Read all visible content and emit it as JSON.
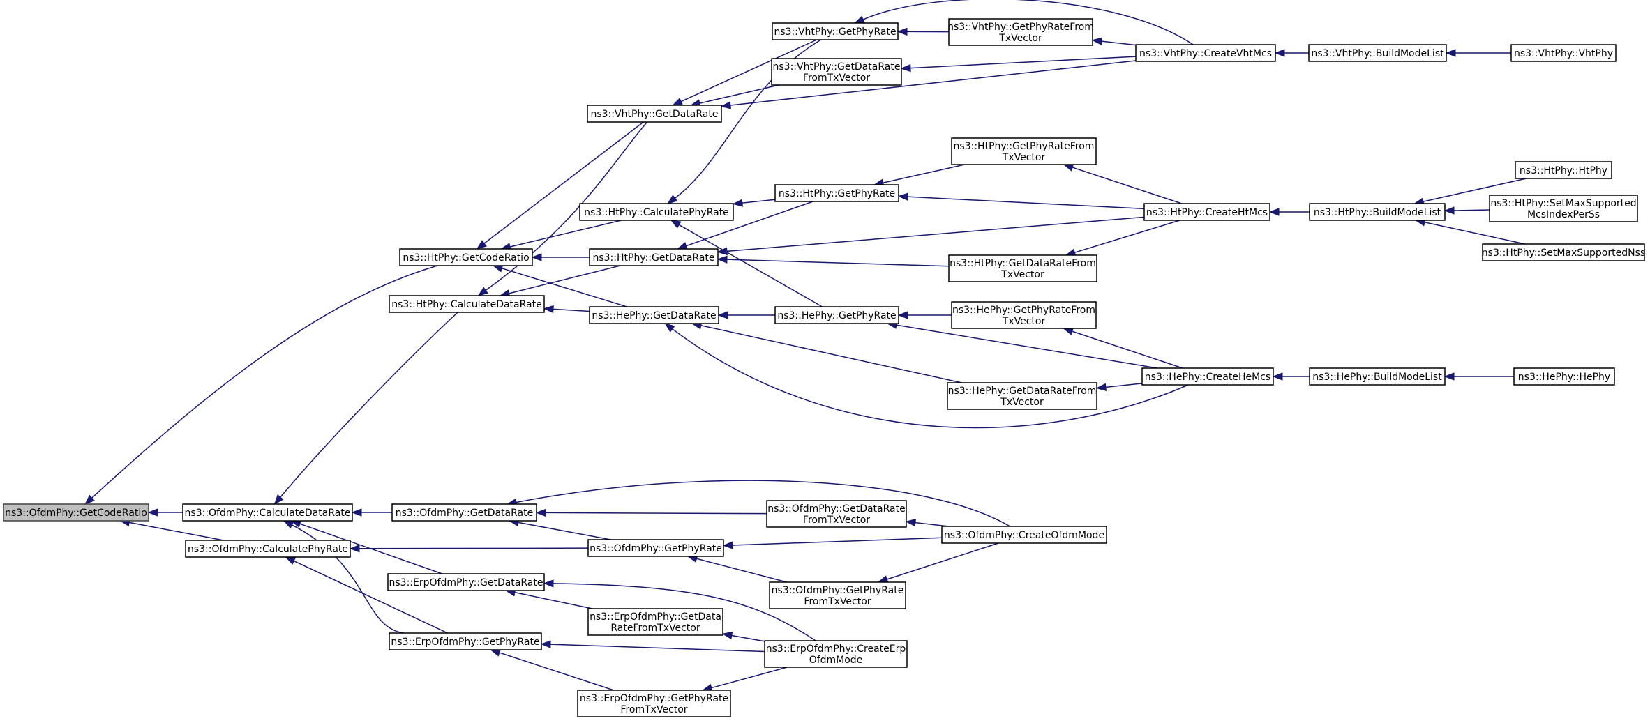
{
  "colors": {
    "edge": "#191970",
    "root_fill": "#bfbfbf",
    "node_fill": "#ffffff",
    "node_stroke": "#000000"
  },
  "nodes": [
    {
      "id": "ofdm-getcoderatio",
      "lines": [
        "ns3::OfdmPhy::GetCodeRatio"
      ],
      "root": true
    },
    {
      "id": "ofdm-calculatedatarate",
      "lines": [
        "ns3::OfdmPhy::CalculateDataRate"
      ]
    },
    {
      "id": "ofdm-calculatephyrate",
      "lines": [
        "ns3::OfdmPhy::CalculatePhyRate"
      ]
    },
    {
      "id": "ht-getcoderatio",
      "lines": [
        "ns3::HtPhy::GetCodeRatio"
      ]
    },
    {
      "id": "ht-calculatedatarate",
      "lines": [
        "ns3::HtPhy::CalculateDataRate"
      ]
    },
    {
      "id": "vht-getdatarate",
      "lines": [
        "ns3::VhtPhy::GetDataRate"
      ]
    },
    {
      "id": "ht-calculatephyrate",
      "lines": [
        "ns3::HtPhy::CalculatePhyRate"
      ]
    },
    {
      "id": "ht-getdatarate",
      "lines": [
        "ns3::HtPhy::GetDataRate"
      ]
    },
    {
      "id": "he-getdatarate",
      "lines": [
        "ns3::HePhy::GetDataRate"
      ]
    },
    {
      "id": "vht-getphyrate",
      "lines": [
        "ns3::VhtPhy::GetPhyRate"
      ]
    },
    {
      "id": "vht-getdataratefromtxvector",
      "lines": [
        "ns3::VhtPhy::GetDataRate",
        "FromTxVector"
      ]
    },
    {
      "id": "vht-getphyratefromtxvector",
      "lines": [
        "ns3::VhtPhy::GetPhyRateFrom",
        "TxVector"
      ]
    },
    {
      "id": "vht-createvhtmcs",
      "lines": [
        "ns3::VhtPhy::CreateVhtMcs"
      ]
    },
    {
      "id": "vht-buildmodelist",
      "lines": [
        "ns3::VhtPhy::BuildModeList"
      ]
    },
    {
      "id": "vht-vhtphy",
      "lines": [
        "ns3::VhtPhy::VhtPhy"
      ]
    },
    {
      "id": "ht-getphyrate",
      "lines": [
        "ns3::HtPhy::GetPhyRate"
      ]
    },
    {
      "id": "ht-getphyratefromtxvector",
      "lines": [
        "ns3::HtPhy::GetPhyRateFrom",
        "TxVector"
      ]
    },
    {
      "id": "ht-getdataratefromtxvector",
      "lines": [
        "ns3::HtPhy::GetDataRateFrom",
        "TxVector"
      ]
    },
    {
      "id": "ht-createhtmcs",
      "lines": [
        "ns3::HtPhy::CreateHtMcs"
      ]
    },
    {
      "id": "ht-buildmodelist",
      "lines": [
        "ns3::HtPhy::BuildModeList"
      ]
    },
    {
      "id": "ht-htphy",
      "lines": [
        "ns3::HtPhy::HtPhy"
      ]
    },
    {
      "id": "ht-setmaxsupportedmcsindexperss",
      "lines": [
        "ns3::HtPhy::SetMaxSupported",
        "McsIndexPerSs"
      ]
    },
    {
      "id": "ht-setmaxsupportednss",
      "lines": [
        "ns3::HtPhy::SetMaxSupportedNss"
      ]
    },
    {
      "id": "he-getphyrate",
      "lines": [
        "ns3::HePhy::GetPhyRate"
      ]
    },
    {
      "id": "he-getphyratefromtxvector",
      "lines": [
        "ns3::HePhy::GetPhyRateFrom",
        "TxVector"
      ]
    },
    {
      "id": "he-getdataratefromtxvector",
      "lines": [
        "ns3::HePhy::GetDataRateFrom",
        "TxVector"
      ]
    },
    {
      "id": "he-createhemcs",
      "lines": [
        "ns3::HePhy::CreateHeMcs"
      ]
    },
    {
      "id": "he-buildmodelist",
      "lines": [
        "ns3::HePhy::BuildModeList"
      ]
    },
    {
      "id": "he-hephy",
      "lines": [
        "ns3::HePhy::HePhy"
      ]
    },
    {
      "id": "ofdm-getdatarate",
      "lines": [
        "ns3::OfdmPhy::GetDataRate"
      ]
    },
    {
      "id": "ofdm-getphyrate",
      "lines": [
        "ns3::OfdmPhy::GetPhyRate"
      ]
    },
    {
      "id": "ofdm-getdataratefromtxvector",
      "lines": [
        "ns3::OfdmPhy::GetDataRate",
        "FromTxVector"
      ]
    },
    {
      "id": "ofdm-getphyratefromtxvector",
      "lines": [
        "ns3::OfdmPhy::GetPhyRate",
        "FromTxVector"
      ]
    },
    {
      "id": "ofdm-createofdmmode",
      "lines": [
        "ns3::OfdmPhy::CreateOfdmMode"
      ]
    },
    {
      "id": "erp-getdatarate",
      "lines": [
        "ns3::ErpOfdmPhy::GetDataRate"
      ]
    },
    {
      "id": "erp-getphyrate",
      "lines": [
        "ns3::ErpOfdmPhy::GetPhyRate"
      ]
    },
    {
      "id": "erp-getdataratefromtxvector",
      "lines": [
        "ns3::ErpOfdmPhy::GetData",
        "RateFromTxVector"
      ]
    },
    {
      "id": "erp-getphyratefromtxvector",
      "lines": [
        "ns3::ErpOfdmPhy::GetPhyRate",
        "FromTxVector"
      ]
    },
    {
      "id": "erp-createerpofdmmode",
      "lines": [
        "ns3::ErpOfdmPhy::CreateErp",
        "OfdmMode"
      ]
    }
  ],
  "edges": [
    [
      "ofdm-getcoderatio",
      "ofdm-calculatedatarate"
    ],
    [
      "ofdm-getcoderatio",
      "ofdm-calculatephyrate"
    ],
    [
      "ofdm-getcoderatio",
      "ht-getcoderatio"
    ],
    [
      "ofdm-calculatedatarate",
      "ht-calculatedatarate"
    ],
    [
      "ofdm-calculatedatarate",
      "ofdm-getdatarate"
    ],
    [
      "ofdm-calculatedatarate",
      "erp-getdatarate"
    ],
    [
      "ofdm-calculatedatarate",
      "erp-getphyrate"
    ],
    [
      "ofdm-calculatephyrate",
      "ofdm-getphyrate"
    ],
    [
      "ofdm-calculatephyrate",
      "erp-getphyrate"
    ],
    [
      "ht-getcoderatio",
      "vht-getdatarate"
    ],
    [
      "ht-getcoderatio",
      "ht-calculatephyrate"
    ],
    [
      "ht-getcoderatio",
      "ht-getdatarate"
    ],
    [
      "ht-getcoderatio",
      "he-getdatarate"
    ],
    [
      "ht-calculatedatarate",
      "vht-getdatarate"
    ],
    [
      "ht-calculatedatarate",
      "ht-getdatarate"
    ],
    [
      "ht-calculatedatarate",
      "he-getdatarate"
    ],
    [
      "vht-getdatarate",
      "vht-getphyrate"
    ],
    [
      "vht-getdatarate",
      "vht-getdataratefromtxvector"
    ],
    [
      "vht-getdatarate",
      "vht-createvhtmcs"
    ],
    [
      "ht-calculatephyrate",
      "vht-getphyrate"
    ],
    [
      "ht-calculatephyrate",
      "ht-getphyrate"
    ],
    [
      "ht-calculatephyrate",
      "he-getphyrate"
    ],
    [
      "ht-getdatarate",
      "ht-getphyrate"
    ],
    [
      "ht-getdatarate",
      "ht-createhtmcs"
    ],
    [
      "ht-getdatarate",
      "ht-getdataratefromtxvector"
    ],
    [
      "he-getdatarate",
      "he-getphyrate"
    ],
    [
      "he-getdatarate",
      "he-getdataratefromtxvector"
    ],
    [
      "he-getdatarate",
      "he-createhemcs"
    ],
    [
      "vht-getphyrate",
      "vht-getphyratefromtxvector"
    ],
    [
      "vht-getphyrate",
      "vht-createvhtmcs"
    ],
    [
      "vht-getphyratefromtxvector",
      "vht-createvhtmcs"
    ],
    [
      "vht-getdataratefromtxvector",
      "vht-createvhtmcs"
    ],
    [
      "vht-createvhtmcs",
      "vht-buildmodelist"
    ],
    [
      "vht-buildmodelist",
      "vht-vhtphy"
    ],
    [
      "ht-getphyrate",
      "ht-getphyratefromtxvector"
    ],
    [
      "ht-getphyrate",
      "ht-createhtmcs"
    ],
    [
      "ht-getphyratefromtxvector",
      "ht-createhtmcs"
    ],
    [
      "ht-getdataratefromtxvector",
      "ht-createhtmcs"
    ],
    [
      "ht-createhtmcs",
      "ht-buildmodelist"
    ],
    [
      "ht-buildmodelist",
      "ht-htphy"
    ],
    [
      "ht-buildmodelist",
      "ht-setmaxsupportedmcsindexperss"
    ],
    [
      "ht-buildmodelist",
      "ht-setmaxsupportednss"
    ],
    [
      "he-getphyrate",
      "he-getphyratefromtxvector"
    ],
    [
      "he-getphyrate",
      "he-createhemcs"
    ],
    [
      "he-getphyratefromtxvector",
      "he-createhemcs"
    ],
    [
      "he-getdataratefromtxvector",
      "he-createhemcs"
    ],
    [
      "he-createhemcs",
      "he-buildmodelist"
    ],
    [
      "he-buildmodelist",
      "he-hephy"
    ],
    [
      "ofdm-getdatarate",
      "ofdm-getdataratefromtxvector"
    ],
    [
      "ofdm-getdatarate",
      "ofdm-getphyrate"
    ],
    [
      "ofdm-getdatarate",
      "ofdm-createofdmmode"
    ],
    [
      "ofdm-getphyrate",
      "ofdm-createofdmmode"
    ],
    [
      "ofdm-getphyrate",
      "ofdm-getphyratefromtxvector"
    ],
    [
      "ofdm-getdataratefromtxvector",
      "ofdm-createofdmmode"
    ],
    [
      "ofdm-getphyratefromtxvector",
      "ofdm-createofdmmode"
    ],
    [
      "erp-getdatarate",
      "erp-getdataratefromtxvector"
    ],
    [
      "erp-getdatarate",
      "erp-createerpofdmmode"
    ],
    [
      "erp-getphyrate",
      "erp-createerpofdmmode"
    ],
    [
      "erp-getphyrate",
      "erp-getphyratefromtxvector"
    ],
    [
      "erp-getdataratefromtxvector",
      "erp-createerpofdmmode"
    ],
    [
      "erp-getphyratefromtxvector",
      "erp-createerpofdmmode"
    ]
  ]
}
